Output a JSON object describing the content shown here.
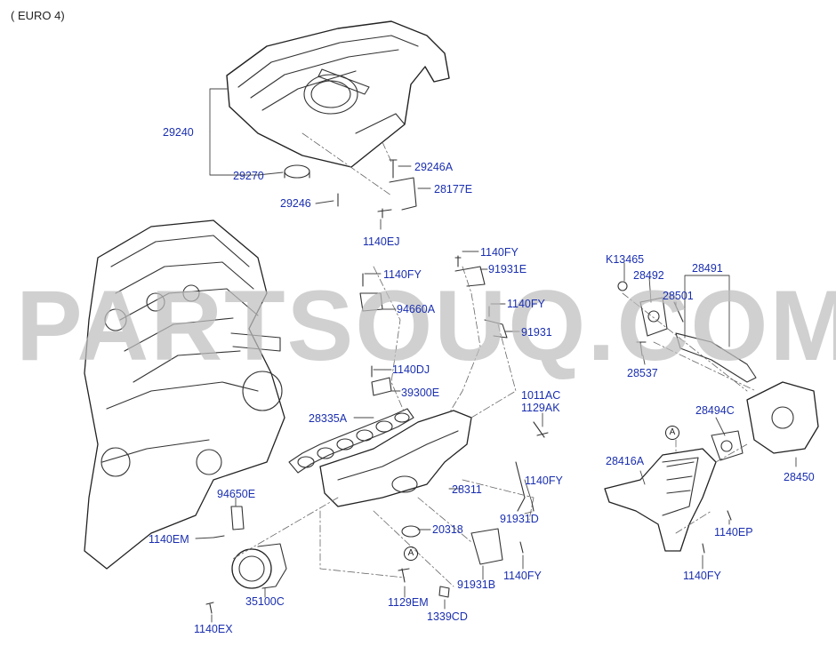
{
  "header": "(  EURO 4)",
  "watermark": "PARTSOUQ.COM",
  "refs": [
    "A",
    "A"
  ],
  "labels": {
    "p29240": "29240",
    "p29270": "29270",
    "p29246": "29246",
    "p29246A": "29246A",
    "p28177E": "28177E",
    "p1140EJ": "1140EJ",
    "p1140FY_a": "1140FY",
    "p91931E": "91931E",
    "p1140FY_b": "1140FY",
    "p94660A": "94660A",
    "p1140FY_c": "1140FY",
    "p91931": "91931",
    "p1140DJ": "1140DJ",
    "p39300E": "39300E",
    "p28335A": "28335A",
    "p1011AC": "1011AC",
    "p1129AK": "1129AK",
    "p28311": "28311",
    "p1140FY_d": "1140FY",
    "p91931D": "91931D",
    "p20318": "20318",
    "p91931B": "91931B",
    "p1140FY_e": "1140FY",
    "p94650E": "94650E",
    "p1140EM": "1140EM",
    "p35100C": "35100C",
    "p1129EM": "1129EM",
    "p1339CD": "1339CD",
    "p1140EX": "1140EX",
    "pK13465": "K13465",
    "p28491": "28491",
    "p28492": "28492",
    "p28501": "28501",
    "p28537": "28537",
    "p28494C": "28494C",
    "p28416A": "28416A",
    "p28450": "28450",
    "p1140EP": "1140EP",
    "p1140FY_f": "1140FY"
  }
}
